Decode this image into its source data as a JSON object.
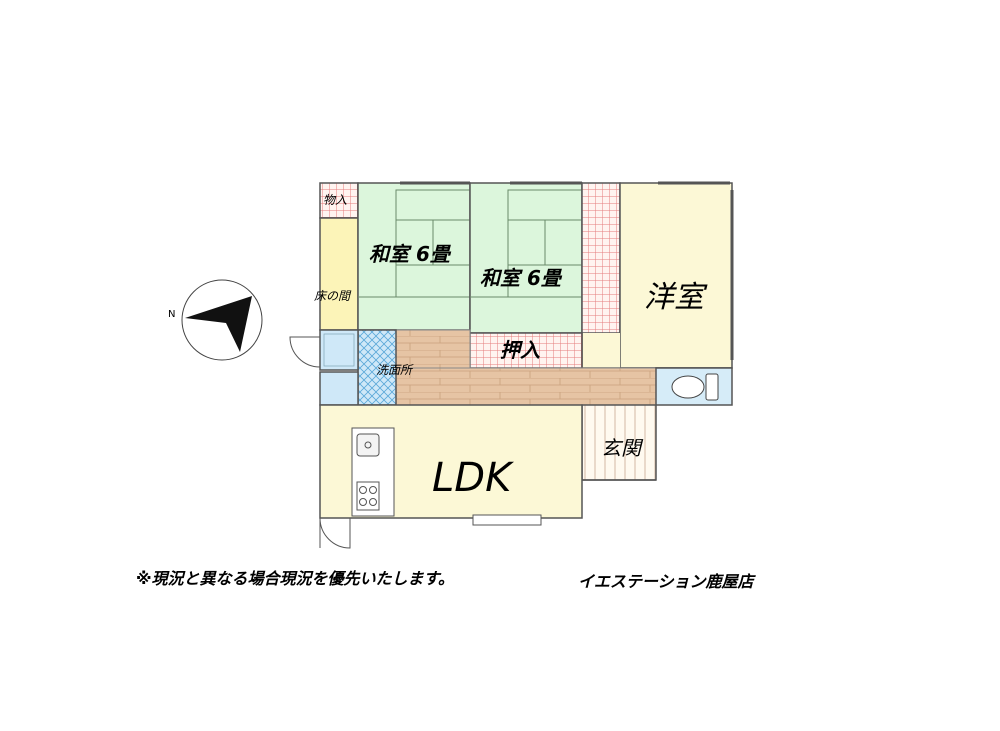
{
  "rooms": {
    "storage_small": "物入",
    "tokonoma": "床の間",
    "washitsu_left": "和室 6畳",
    "washitsu_right": "和室 6畳",
    "youshitsu": "洋室",
    "oshiire": "押入",
    "senmenjo": "洗面所",
    "genkan": "玄関",
    "ldk": "LDK"
  },
  "compass": {
    "north_label": "N"
  },
  "footer": {
    "notice": "※現況と異なる場合現況を優先いたします。",
    "agency": "イエステーション鹿屋店"
  },
  "colors": {
    "tatami": "#dcf6dc",
    "youshitsu": "#fcf8d6",
    "wood_floor": "#e3c1a1",
    "closet_grid": "#e98a8a",
    "water_area": "#cfe8f8",
    "ldk_floor": "#fcf8d6"
  }
}
